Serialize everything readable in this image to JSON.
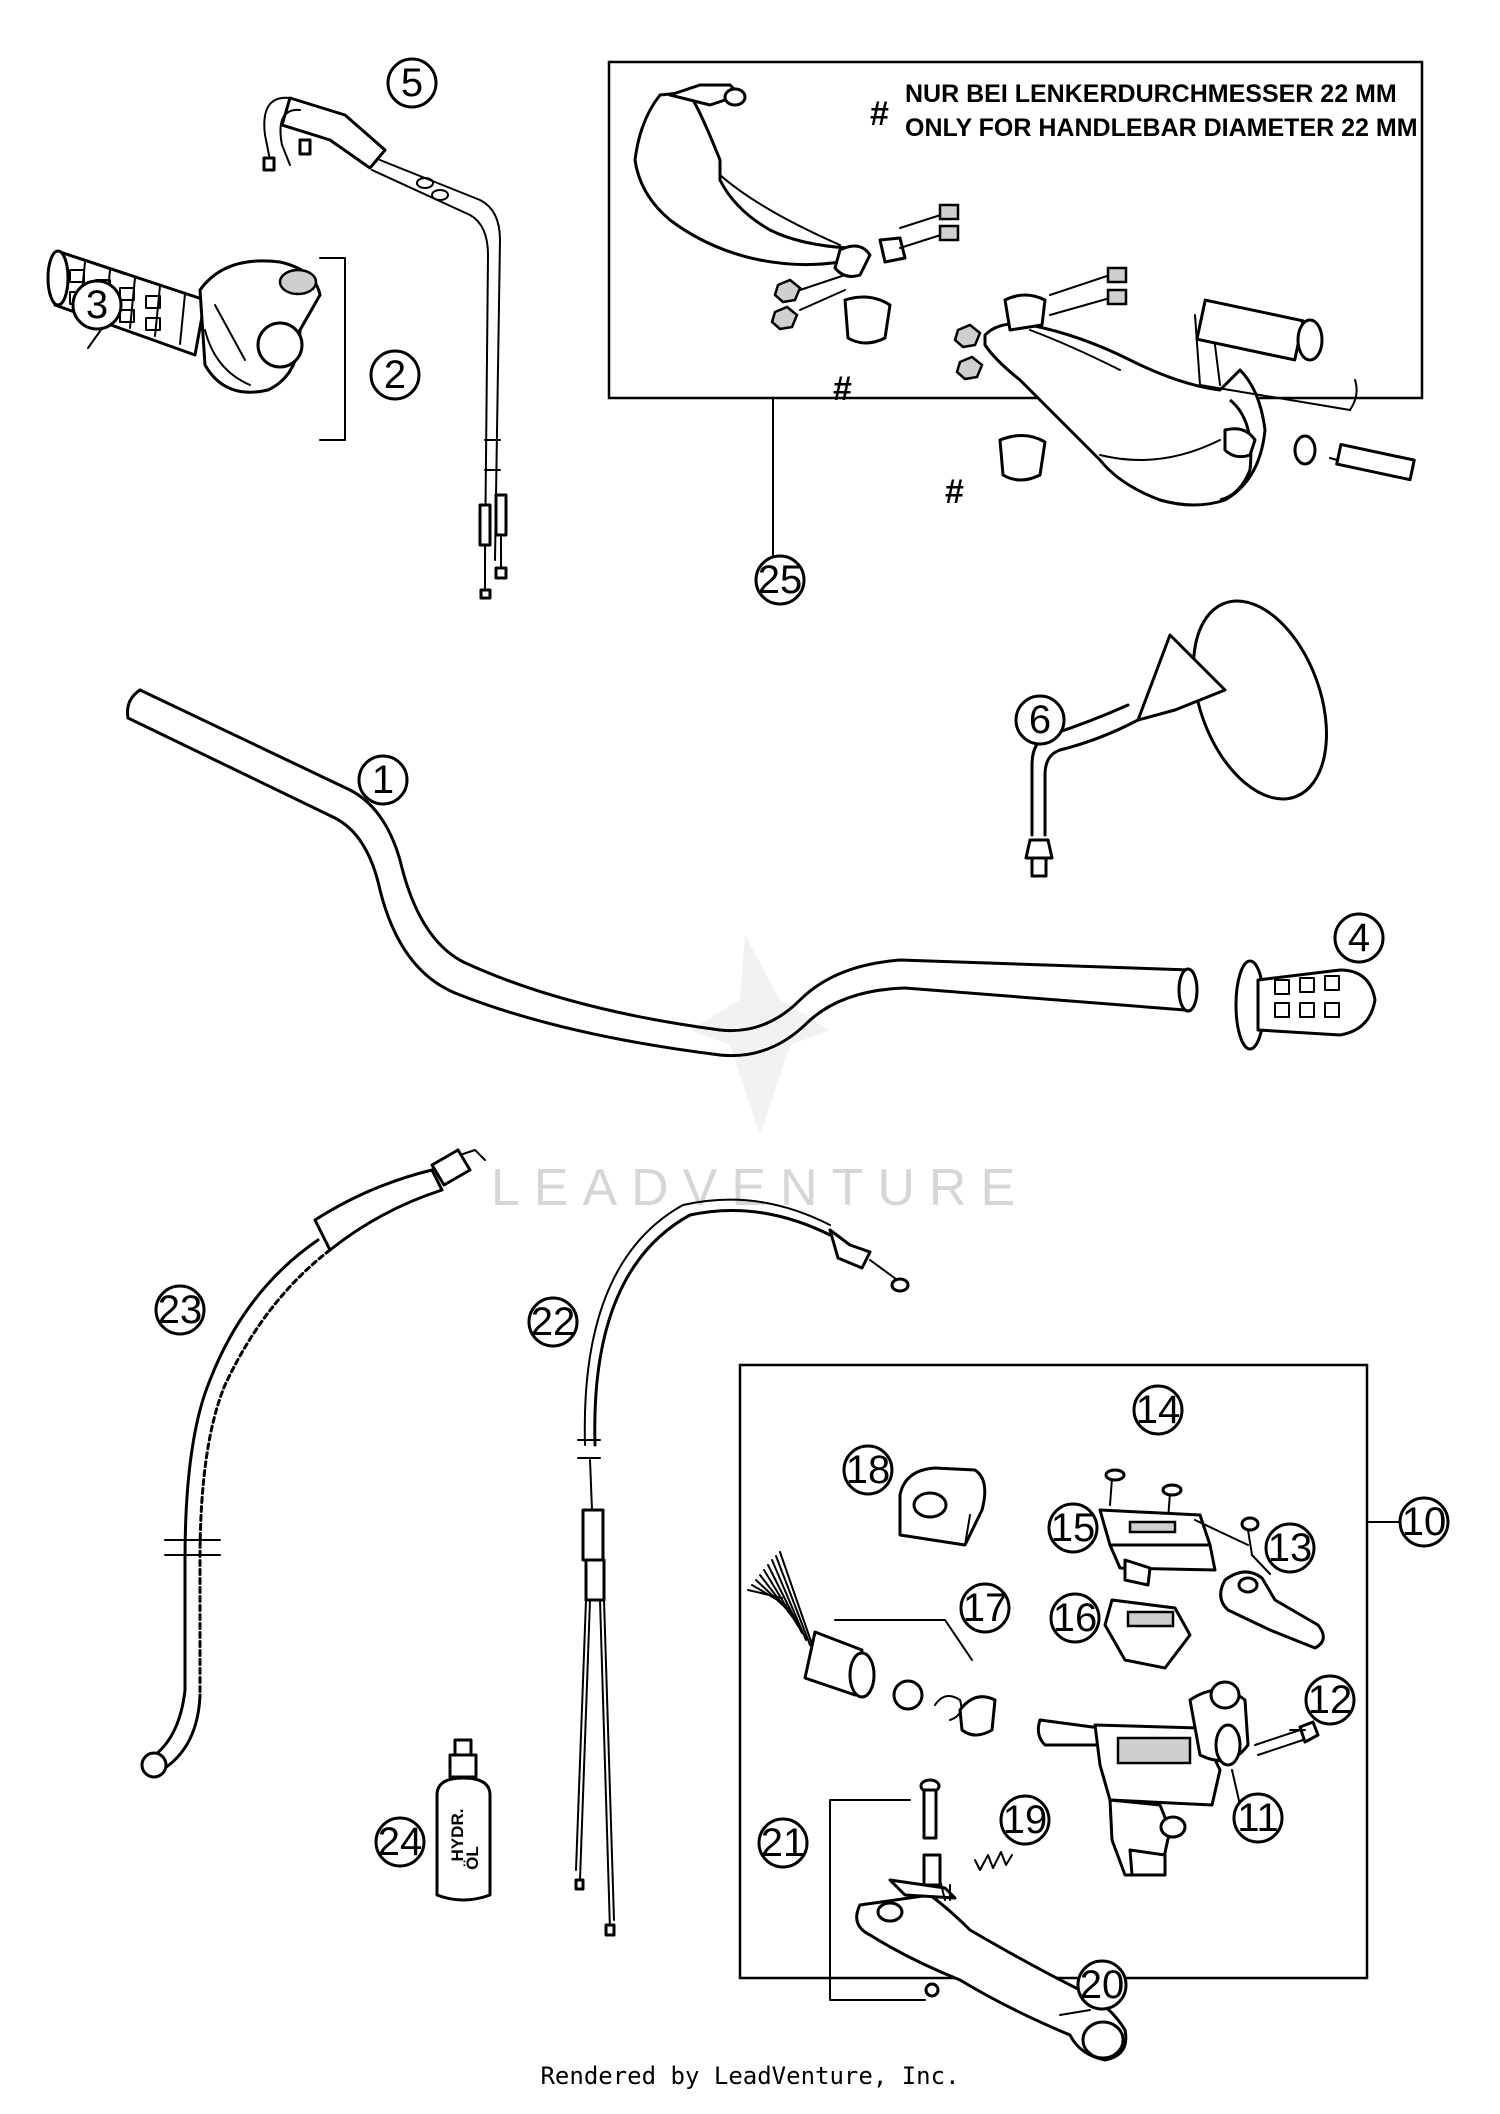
{
  "callouts": [
    {
      "id": "c1",
      "label": "1"
    },
    {
      "id": "c2",
      "label": "2"
    },
    {
      "id": "c3",
      "label": "3"
    },
    {
      "id": "c4",
      "label": "4"
    },
    {
      "id": "c5",
      "label": "5"
    },
    {
      "id": "c6",
      "label": "6"
    },
    {
      "id": "c10",
      "label": "10"
    },
    {
      "id": "c11",
      "label": "11"
    },
    {
      "id": "c12",
      "label": "12"
    },
    {
      "id": "c13",
      "label": "13"
    },
    {
      "id": "c14",
      "label": "14"
    },
    {
      "id": "c15",
      "label": "15"
    },
    {
      "id": "c16",
      "label": "16"
    },
    {
      "id": "c17",
      "label": "17"
    },
    {
      "id": "c18",
      "label": "18"
    },
    {
      "id": "c19",
      "label": "19"
    },
    {
      "id": "c20",
      "label": "20"
    },
    {
      "id": "c21",
      "label": "21"
    },
    {
      "id": "c22",
      "label": "22"
    },
    {
      "id": "c23",
      "label": "23"
    },
    {
      "id": "c24",
      "label": "24"
    },
    {
      "id": "c25",
      "label": "25"
    }
  ],
  "note": {
    "symbol": "#",
    "line_de": "NUR BEI LENKERDURCHMESSER 22 MM",
    "line_en": "ONLY FOR HANDLEBAR DIAMETER 22 MM"
  },
  "bottle_label": {
    "line1": "HYDR.",
    "line2": "ÖL"
  },
  "watermark": "LEADVENTURE",
  "footer": "Rendered by LeadVenture, Inc."
}
